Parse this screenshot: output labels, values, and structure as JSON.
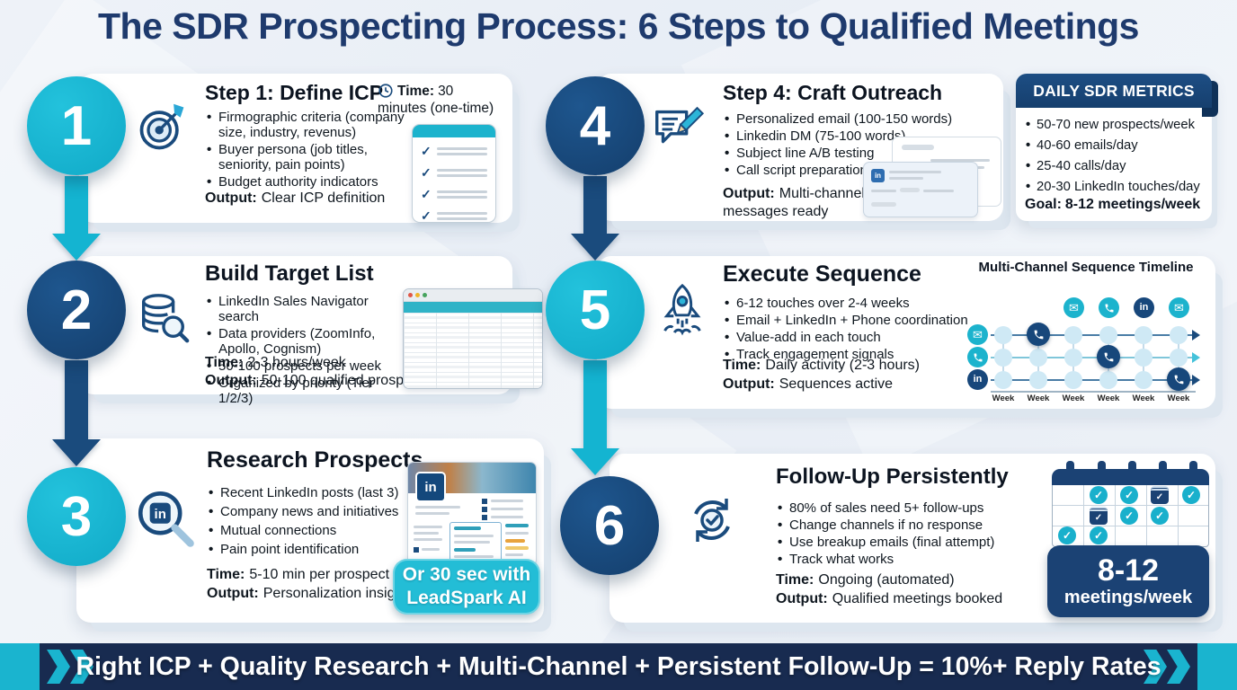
{
  "title": "The SDR Prospecting Process: 6 Steps to Qualified Meetings",
  "colors": {
    "teal": "#14b4d1",
    "navy": "#1a4b7d",
    "banner_navy": "#182b50",
    "background": "#e9eef5"
  },
  "icons": {
    "step1": "target-icon",
    "step2": "database-search-icon",
    "step3": "linkedin-magnifier-icon",
    "step4": "message-pencil-icon",
    "step5": "rocket-icon",
    "step6": "refresh-check-icon",
    "time": "clock-icon",
    "timeline_rows": [
      "email-icon",
      "phone-icon",
      "linkedin-icon"
    ]
  },
  "steps": [
    {
      "number": "1",
      "title": "Step 1: Define ICP",
      "bullets": [
        "Firmographic criteria (company size, industry, revenus)",
        "Buyer persona (job titles, seniority, pain points)",
        "Budget authority indicators"
      ],
      "time_label": "Time:",
      "time": "30 minutes (one-time)",
      "output_label": "Output:",
      "output": "Clear ICP definition"
    },
    {
      "number": "2",
      "title": "Build Target List",
      "bullets": [
        "LinkedIn Sales Navigator search",
        "Data providers (ZoomInfo, Apollo, Cognism)",
        "50-100 prospects per week",
        "Organized by priority (Tier 1/2/3)"
      ],
      "time_label": "Time:",
      "time": "2-3 hours/week",
      "output_label": "Output:",
      "output": "50-100 qualified prospects"
    },
    {
      "number": "3",
      "title": "Research Prospects",
      "bullets": [
        "Recent LinkedIn posts (last 3)",
        "Company news and initiatives",
        "Mutual connections",
        "Pain point identification"
      ],
      "time_label": "Time:",
      "time": "5-10 min per prospect",
      "output_label": "Output:",
      "output": "Personalization insights",
      "badge_line1": "Or 30 sec with",
      "badge_line2": "LeadSpark AI"
    },
    {
      "number": "4",
      "title": "Step 4: Craft Outreach",
      "bullets": [
        "Personalized email (100-150 words)",
        "Linkedin DM (75-100 words)",
        "Subject line A/B testing",
        "Call script preparation"
      ],
      "output_label": "Output:",
      "output": "Multi-channel messages ready"
    },
    {
      "number": "5",
      "title": "Execute Sequence",
      "bullets": [
        "6-12 touches over 2-4 weeks",
        "Email + LinkedIn + Phone coordination",
        "Value-add in each touch",
        "Track engagement signals"
      ],
      "time_label": "Time:",
      "time": "Daily activity (2-3 hours)",
      "output_label": "Output:",
      "output": "Sequences active"
    },
    {
      "number": "6",
      "title": "Follow-Up Persistently",
      "bullets": [
        "80% of sales need 5+ follow-ups",
        "Change channels if no response",
        "Use breakup emails (final attempt)",
        "Track what works"
      ],
      "time_label": "Time:",
      "time": "Ongoing (automated)",
      "output_label": "Output:",
      "output": "Qualified meetings booked"
    }
  ],
  "metrics": {
    "title": "DAILY SDR METRICS",
    "items": [
      "50-70 new prospects/week",
      "40-60 emails/day",
      "25-40 calls/day",
      "20-30 LinkedIn touches/day"
    ],
    "goal_label": "Goal:",
    "goal": "8-12 meetings/week"
  },
  "timeline": {
    "title": "Multi-Channel Sequence Timeline",
    "week_label": "Week"
  },
  "meetings_badge": {
    "value": "8-12",
    "unit": "meetings/week"
  },
  "banner": "Right ICP + Quality Research + Multi-Channel + Persistent Follow-Up = 10%+ Reply Rates"
}
